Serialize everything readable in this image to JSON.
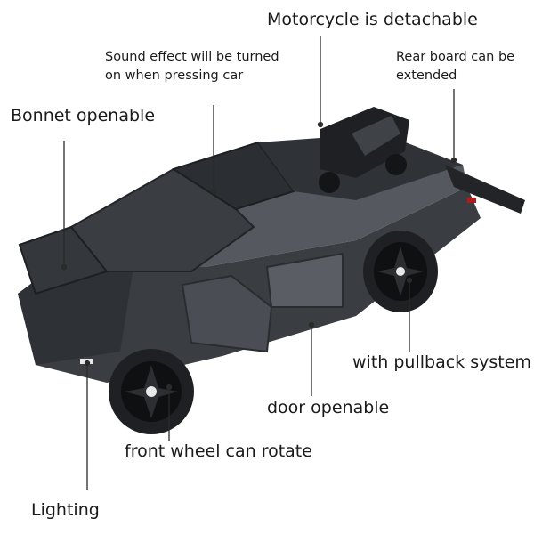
{
  "colors": {
    "background": "#ffffff",
    "text": "#1a1a1a",
    "leader_line": "#2a2a2a",
    "body_dark": "#3c3f44",
    "body_mid": "#4d5157",
    "body_light": "#6b6f75",
    "glass": "#2a2d31",
    "tire": "#1f2023",
    "rim": "#0f1012",
    "accent_light": "#e8e8e8",
    "tail_light": "#b01b1b"
  },
  "callouts": {
    "motorcycle": "Motorcycle is detachable",
    "sound_line1": "Sound effect will be turned",
    "sound_line2": "on when pressing car",
    "rear_line1": "Rear board can be",
    "rear_line2": "extended",
    "bonnet": "Bonnet openable",
    "pullback": "with pullback system",
    "door": "door openable",
    "front_wheel": "front wheel can rotate",
    "lighting": "Lighting"
  }
}
